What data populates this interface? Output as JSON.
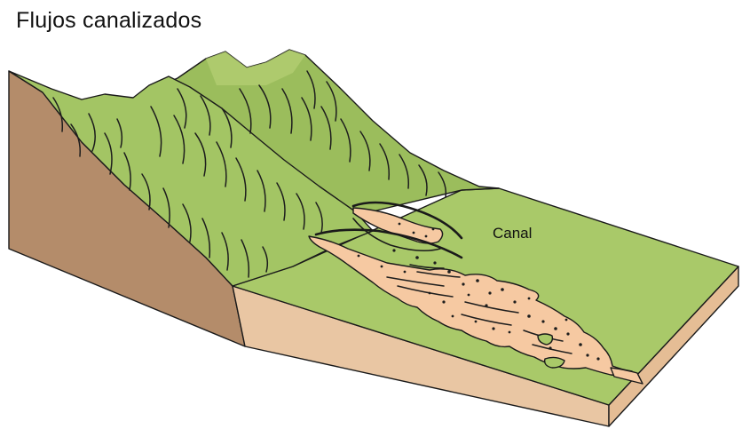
{
  "title": "Flujos canalizados",
  "labels": {
    "canal": "Canal"
  },
  "colors": {
    "hillside_green": "#9bbd5c",
    "hillside_green_light": "#b4cf73",
    "hillside_green_dark": "#7da34a",
    "valley_floor": "#a9c969",
    "debris_flow": "#f6c9a2",
    "soil_side_dark": "#b48c6a",
    "soil_side_light": "#e9c6a3",
    "outline": "#1a1a1a"
  },
  "icons": [
    "debris-flow-lobes",
    "drainage-rills",
    "channel-curves"
  ]
}
